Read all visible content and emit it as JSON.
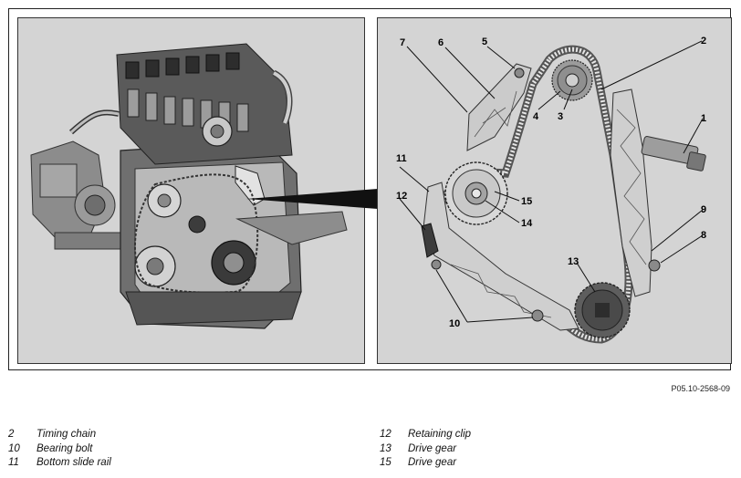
{
  "reference_code": "P05.10-2568-09",
  "callouts": [
    "1",
    "2",
    "3",
    "4",
    "5",
    "6",
    "7",
    "8",
    "9",
    "10",
    "11",
    "12",
    "13",
    "14",
    "15"
  ],
  "legend_left": [
    {
      "num": "2",
      "text": "Timing chain"
    },
    {
      "num": "10",
      "text": "Bearing bolt"
    },
    {
      "num": "11",
      "text": "Bottom slide rail"
    }
  ],
  "legend_right": [
    {
      "num": "12",
      "text": "Retaining clip"
    },
    {
      "num": "13",
      "text": "Drive gear"
    },
    {
      "num": "15",
      "text": "Drive gear"
    }
  ]
}
